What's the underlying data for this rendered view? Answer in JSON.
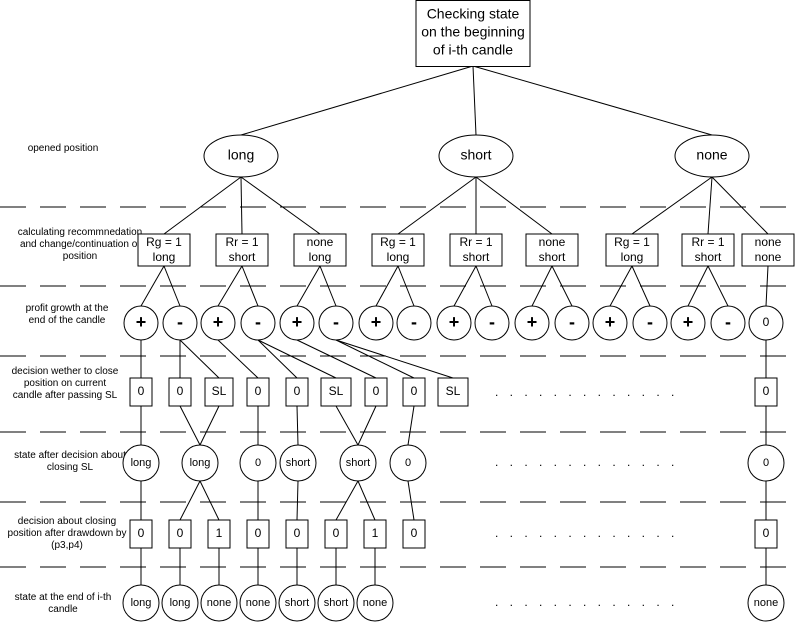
{
  "root": {
    "lines": [
      "Checking state",
      "on the beginning",
      "of i-th candle"
    ]
  },
  "row_labels": [
    "opened position",
    "calculating recommnedation and change/continuation of position",
    "profit growth at the end of the candle",
    "decision wether to close position on current candle after passing SL",
    "state after decision about closing SL",
    "decision about closing position after drawdown by (p3,p4)",
    "state at the end of i-th candle"
  ],
  "positions": [
    "long",
    "short",
    "none"
  ],
  "recommendations": [
    [
      "Rg = 1",
      "long"
    ],
    [
      "Rr = 1",
      "short"
    ],
    [
      "none",
      "long"
    ],
    [
      "Rg = 1",
      "long"
    ],
    [
      "Rr = 1",
      "short"
    ],
    [
      "none",
      "short"
    ],
    [
      "Rg = 1",
      "long"
    ],
    [
      "Rr = 1",
      "short"
    ],
    [
      "none",
      "none"
    ]
  ],
  "profit_signs": [
    "+",
    "-",
    "+",
    "-",
    "+",
    "-",
    "+",
    "-",
    "+",
    "-",
    "+",
    "-",
    "+",
    "-",
    "+",
    "-",
    "0"
  ],
  "sl_decisions": [
    "0",
    "0",
    "SL",
    "0",
    "0",
    "SL",
    "0",
    "0",
    "SL",
    "0"
  ],
  "states_after_sl": [
    "long",
    "long",
    "0",
    "short",
    "short",
    "0",
    "0"
  ],
  "drawdown_decisions": [
    "0",
    "0",
    "1",
    "0",
    "0",
    "0",
    "1",
    "0",
    "0"
  ],
  "end_states": [
    "long",
    "long",
    "none",
    "none",
    "short",
    "short",
    "none",
    "none"
  ],
  "ellipsis": ". . . . . . . . . . . . ."
}
